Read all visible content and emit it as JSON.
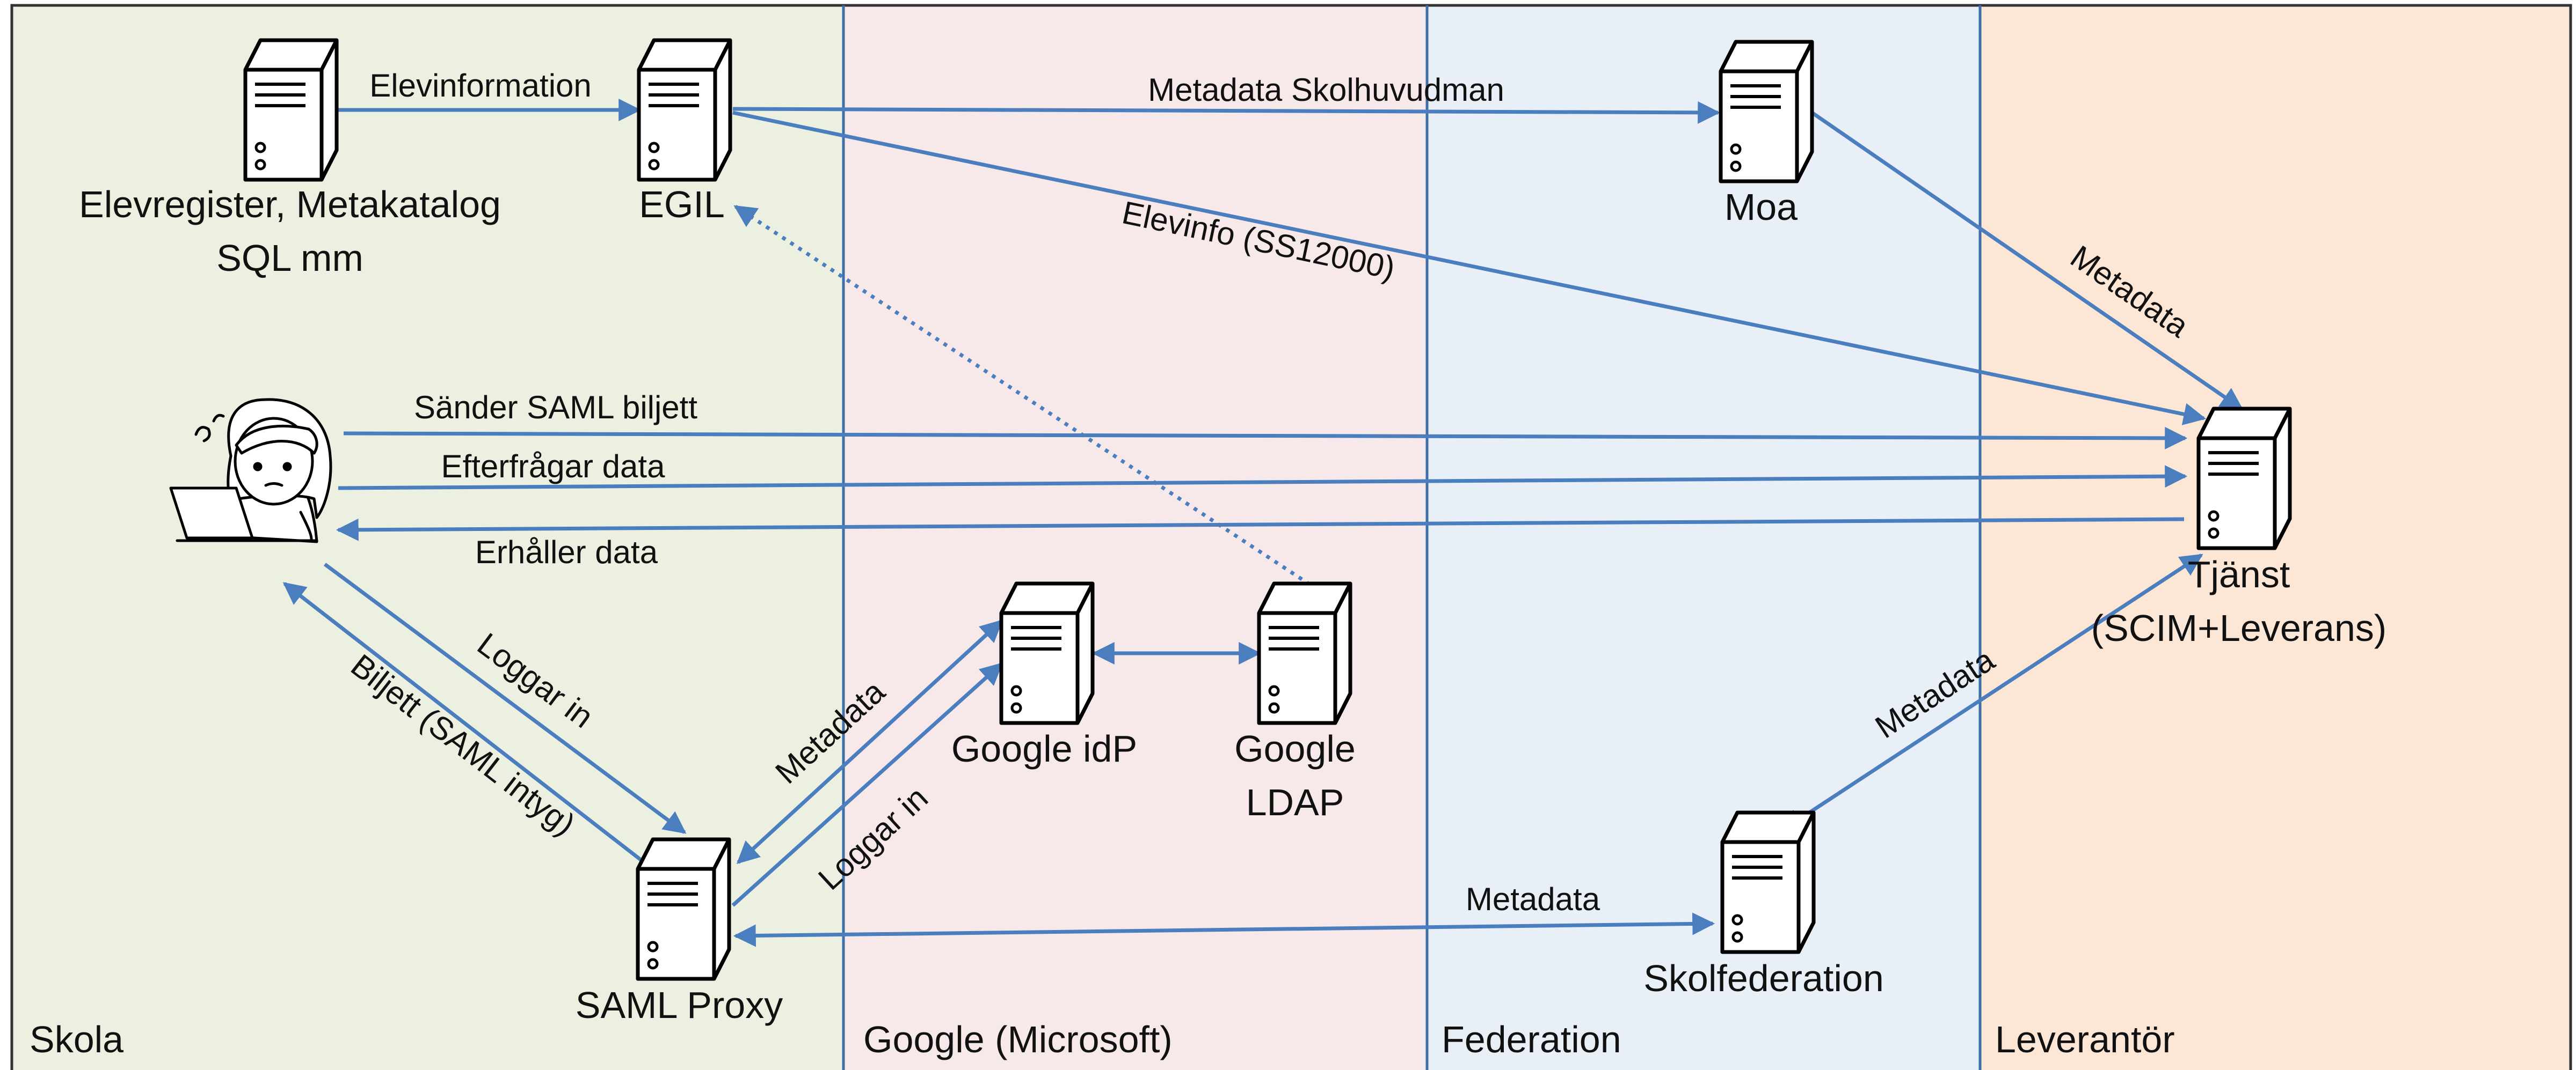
{
  "colors": {
    "skola_bg": "#ebf0e0",
    "google_bg": "#f7e9ea",
    "federation_bg": "#e9eff7",
    "leverantor_bg": "#fce6d5",
    "divider": "#3e6fa8",
    "arrow": "#4a7ebf",
    "server_stroke": "#000000",
    "server_fill": "#ffffff"
  },
  "zones": {
    "skola": "Skola",
    "google": "Google (Microsoft)",
    "federation": "Federation",
    "leverantor": "Leverantör"
  },
  "nodes": {
    "elevregister": {
      "line1": "Elevregister, Metakatalog",
      "line2": "SQL mm",
      "icon": "server-icon"
    },
    "egil": {
      "label": "EGIL",
      "icon": "server-icon"
    },
    "moa": {
      "label": "Moa",
      "icon": "server-icon"
    },
    "tjanst": {
      "line1": "Tjänst",
      "line2": "(SCIM+Leverans)",
      "icon": "server-icon"
    },
    "google_idp": {
      "label": "Google idP",
      "icon": "server-icon"
    },
    "google_ldap": {
      "line1": "Google",
      "line2": "LDAP",
      "icon": "server-icon"
    },
    "saml_proxy": {
      "label": "SAML Proxy",
      "icon": "server-icon"
    },
    "skolfederation": {
      "label": "Skolfederation",
      "icon": "server-icon"
    },
    "user": {
      "icon": "user-with-laptop-icon"
    }
  },
  "edges": {
    "elevinformation": "Elevinformation",
    "metadata_skolhuvudman": "Metadata Skolhuvudman",
    "elevinfo_ss12000": "Elevinfo (SS12000)",
    "metadata_moa_tjanst": "Metadata",
    "sander_saml": "Sänder SAML biljett",
    "efterfragar": "Efterfrågar data",
    "erhaller": "Erhåller data",
    "loggar_in_user": "Loggar in",
    "biljett": "Biljett (SAML intyg)",
    "metadata_proxy_idp": "Metadata",
    "loggar_in_proxy": "Loggar in",
    "metadata_tjanst_skolfed": "Metadata",
    "metadata_proxy_skolfed": "Metadata"
  }
}
